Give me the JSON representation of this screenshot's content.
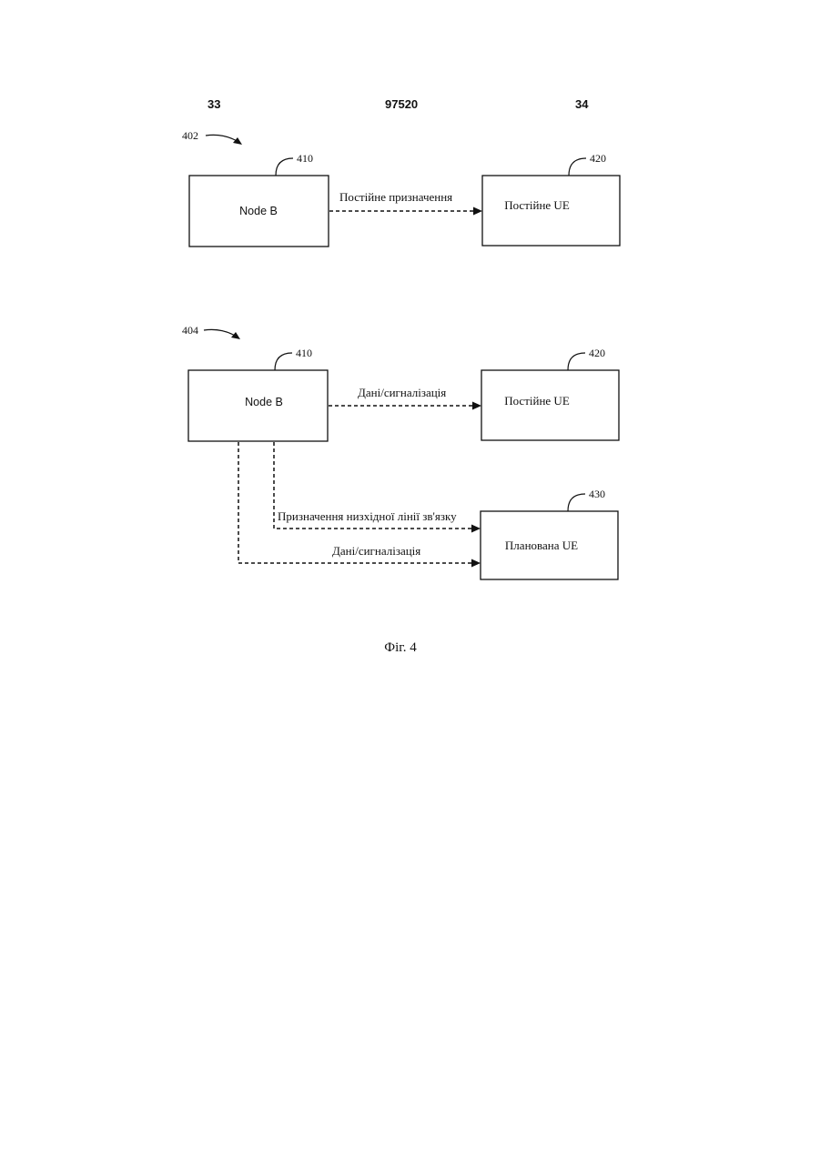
{
  "header": {
    "page_left": "33",
    "doc_number": "97520",
    "page_right": "34"
  },
  "diagram_402": {
    "ref": "402",
    "node_b": {
      "ref": "410",
      "label": "Node B"
    },
    "persistent_ue": {
      "ref": "420",
      "label": "Постійне UE"
    },
    "arrow_label": "Постійне призначення"
  },
  "diagram_404": {
    "ref": "404",
    "node_b": {
      "ref": "410",
      "label": "Node B"
    },
    "persistent_ue": {
      "ref": "420",
      "label": "Постійне UE"
    },
    "scheduled_ue": {
      "ref": "430",
      "label": "Планована UE"
    },
    "arrow_data_persistent": "Дані/сигналізація",
    "arrow_downlink_assignment": "Призначення низхідної лінії зв'язку",
    "arrow_data_scheduled": "Дані/сигналізація"
  },
  "caption": "Фіг. 4"
}
